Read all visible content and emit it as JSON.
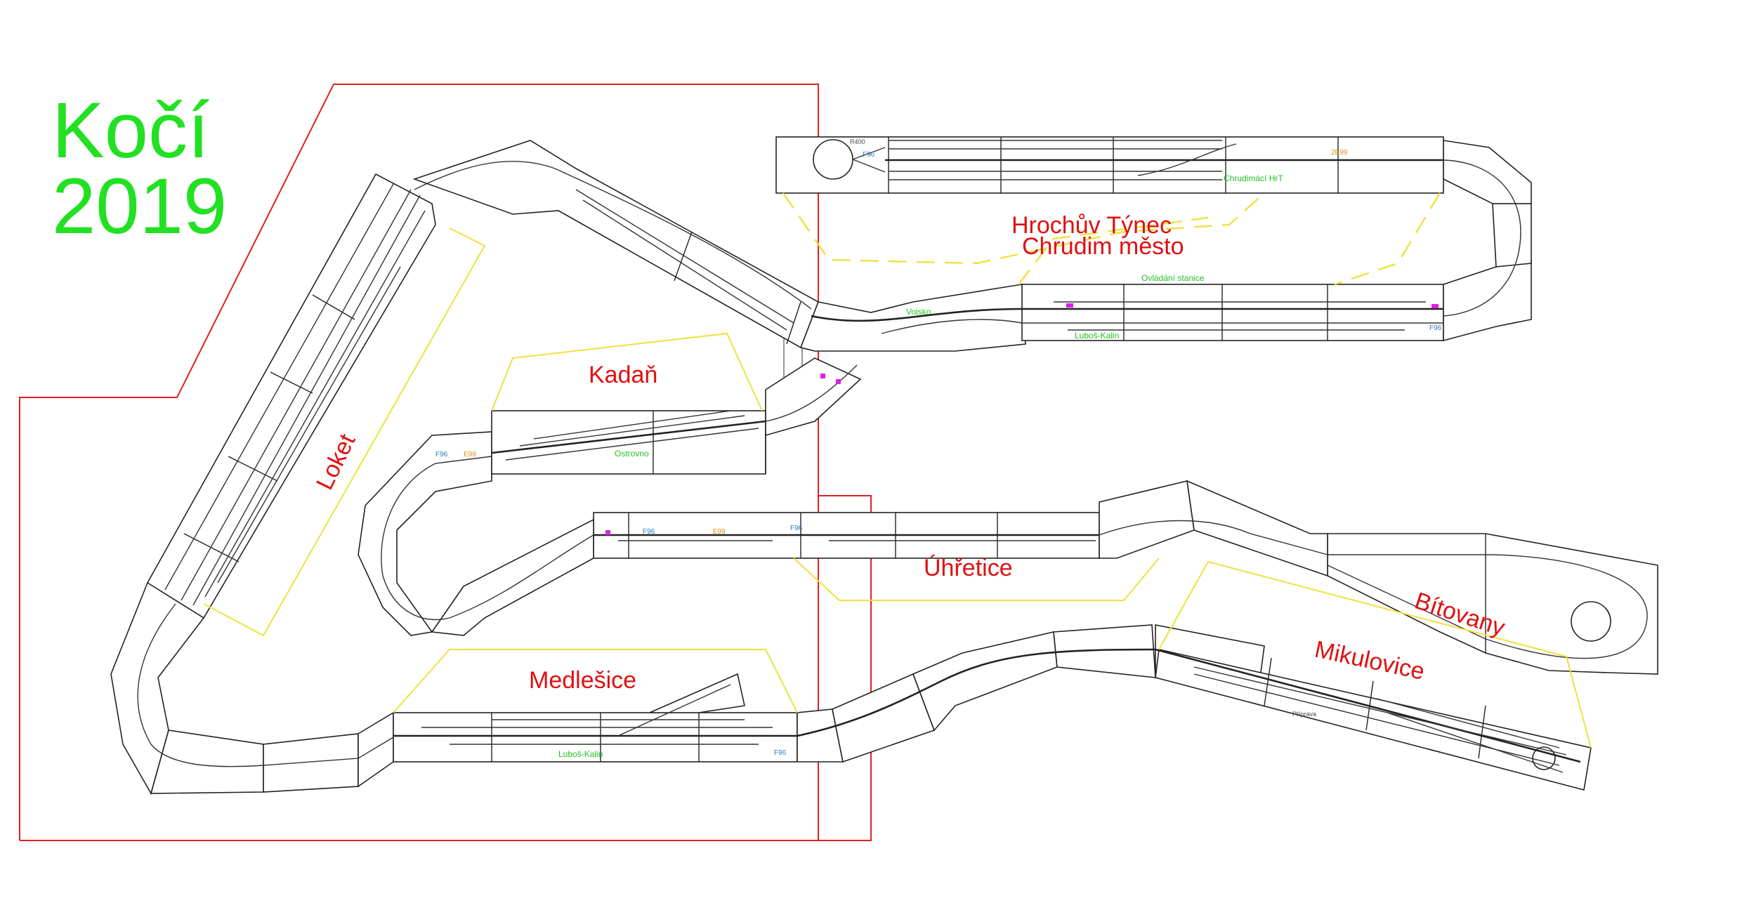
{
  "title": {
    "line1": "Kočí",
    "line2": "2019"
  },
  "colors": {
    "title": "#22e022",
    "station": "#e01010",
    "boundary": "#e02020",
    "zone": "#f0e040",
    "module_edge": "#222222",
    "label_green": "#22c022"
  },
  "stations": [
    {
      "id": "loket",
      "name": "Loket"
    },
    {
      "id": "kadan",
      "name": "Kadaň"
    },
    {
      "id": "hrochuv",
      "name": "Hrochův Týnec"
    },
    {
      "id": "chrudim",
      "name": "Chrudim město"
    },
    {
      "id": "uhretice",
      "name": "Úhřetice"
    },
    {
      "id": "medlesice",
      "name": "Medlešice"
    },
    {
      "id": "mikulovice",
      "name": "Mikulovice"
    },
    {
      "id": "bitovany",
      "name": "Bítovany"
    }
  ],
  "small_labels": {
    "vojsko": "Vojsko",
    "ovladani": "Ovládání stanice",
    "lubos1": "Luboš-Kalin",
    "lubos2": "Luboš-Kalin",
    "chrudimacni": "Chrudimácí HrT",
    "ostrov": "Ostrovno"
  }
}
